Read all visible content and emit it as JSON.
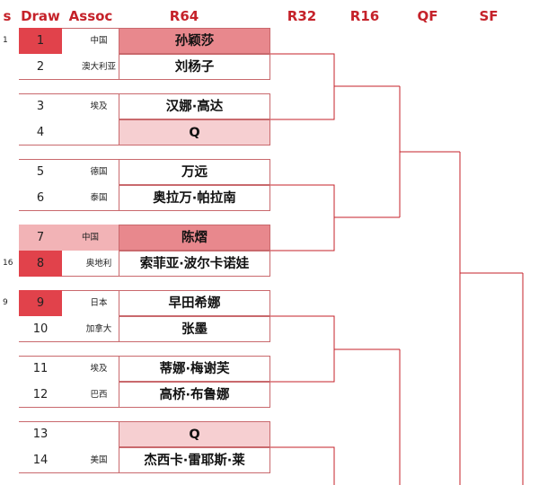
{
  "headers": {
    "seed": "s",
    "draw": "Draw",
    "assoc": "Assoc",
    "r64": "R64",
    "r32": "R32",
    "r16": "R16",
    "qf": "QF",
    "sf": "SF"
  },
  "entries": [
    {
      "seed": "1",
      "draw": "1",
      "assoc": "中国",
      "name": "孙颖莎"
    },
    {
      "seed": "",
      "draw": "2",
      "assoc": "澳大利亚",
      "name": "刘杨子"
    },
    {
      "seed": "",
      "draw": "3",
      "assoc": "埃及",
      "name": "汉娜·高达"
    },
    {
      "seed": "",
      "draw": "4",
      "assoc": "",
      "name": "Q"
    },
    {
      "seed": "",
      "draw": "5",
      "assoc": "德国",
      "name": "万远"
    },
    {
      "seed": "",
      "draw": "6",
      "assoc": "泰国",
      "name": "奥拉万·帕拉南"
    },
    {
      "seed": "",
      "draw": "7",
      "assoc": "中国",
      "name": "陈熠"
    },
    {
      "seed": "16",
      "draw": "8",
      "assoc": "奥地利",
      "name": "索菲亚·波尔卡诺娃"
    },
    {
      "seed": "9",
      "draw": "9",
      "assoc": "日本",
      "name": "早田希娜"
    },
    {
      "seed": "",
      "draw": "10",
      "assoc": "加拿大",
      "name": "张墨"
    },
    {
      "seed": "",
      "draw": "11",
      "assoc": "埃及",
      "name": "蒂娜·梅谢芙"
    },
    {
      "seed": "",
      "draw": "12",
      "assoc": "巴西",
      "name": "高桥·布鲁娜"
    },
    {
      "seed": "",
      "draw": "13",
      "assoc": "",
      "name": "Q"
    },
    {
      "seed": "",
      "draw": "14",
      "assoc": "美国",
      "name": "杰西卡·雷耶斯·莱"
    }
  ]
}
